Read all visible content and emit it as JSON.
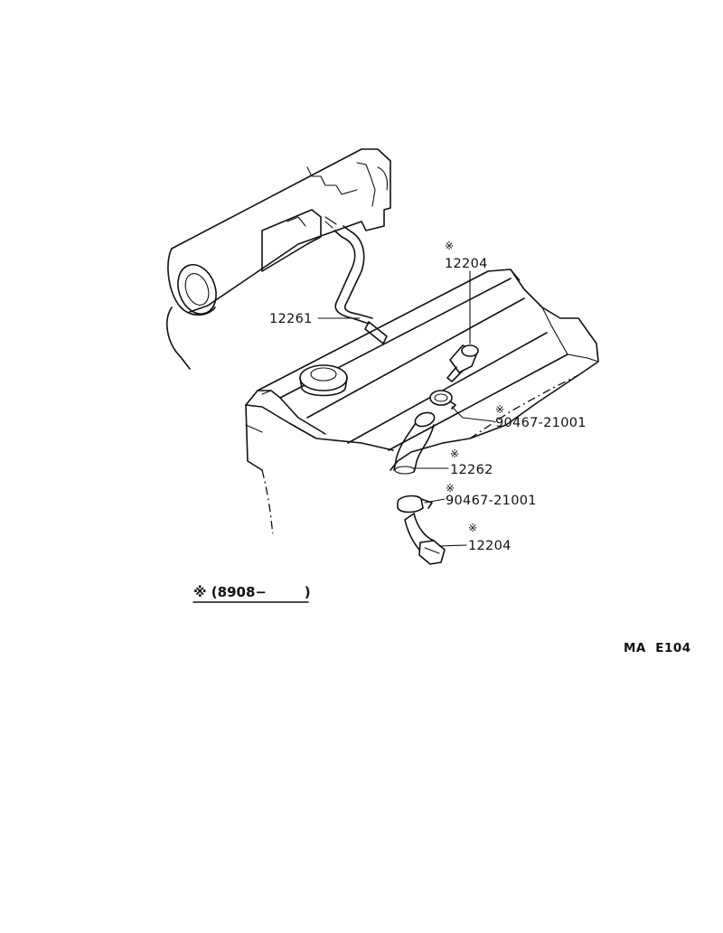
{
  "parts": [
    {
      "number": "12204",
      "mark": "※"
    },
    {
      "number": "12261",
      "mark": ""
    },
    {
      "number": "90467-21001",
      "mark": "※"
    },
    {
      "number": "12262",
      "mark": "※"
    },
    {
      "number": "90467-21001",
      "mark": "※"
    },
    {
      "number": "12204",
      "mark": "※"
    }
  ],
  "note": {
    "text": "※ (8908−        )"
  },
  "figure_code": "MA  E104"
}
